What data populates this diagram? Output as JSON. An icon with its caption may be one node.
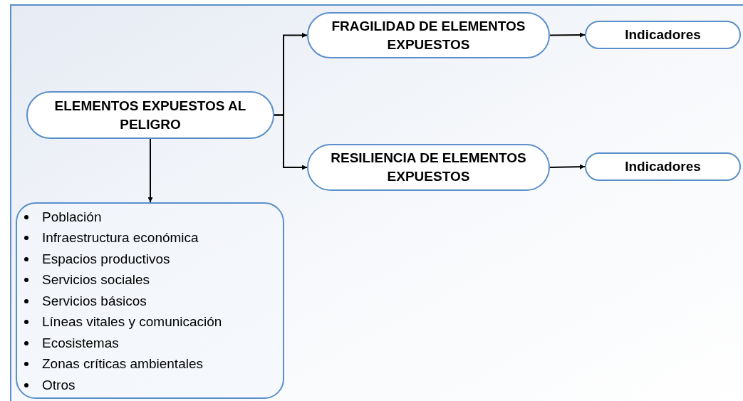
{
  "diagram": {
    "nodes": [
      {
        "text": [
          "ELEMENTOS EXPUESTOS AL PELIGRO"
        ]
      },
      {
        "text": [
          "FRAGILIDAD DE ELEMENTOS EXPUESTOS"
        ]
      },
      {
        "text": [
          "Indicadores"
        ]
      },
      {
        "text": [
          "RESILIENCIA DE ELEMENTOS EXPUESTOS"
        ]
      },
      {
        "text": [
          "Indicadores"
        ]
      },
      {
        "text": [
          "Población",
          "Infraestructura económica",
          "Espacios productivos",
          "Servicios sociales",
          "Servicios básicos",
          "Líneas vitales y comunicación",
          "Ecosistemas",
          "Zonas críticas ambientales",
          "Otros"
        ]
      }
    ],
    "edges": [
      {
        "from": 0,
        "to": 1,
        "arrow": "to"
      },
      {
        "from": 0,
        "to": 3,
        "arrow": "to"
      },
      {
        "from": 1,
        "to": 2,
        "arrow": "to"
      },
      {
        "from": 3,
        "to": 4,
        "arrow": "to"
      },
      {
        "from": 0,
        "to": 5,
        "arrow": "to"
      }
    ]
  }
}
